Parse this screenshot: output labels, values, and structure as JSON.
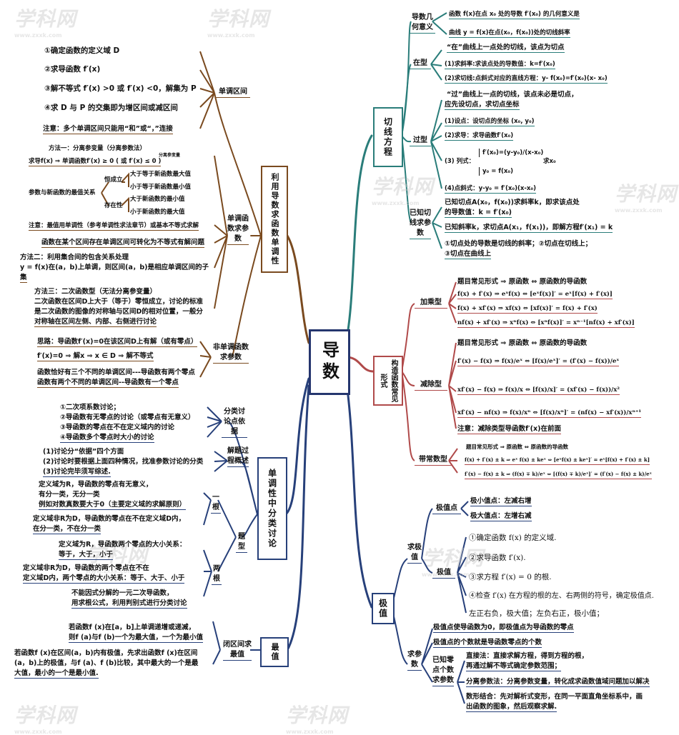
{
  "center": "导数",
  "watermark": {
    "brand": "学科网",
    "site": "www.zxxk.com"
  },
  "branches": {
    "tangent": "切线方程",
    "monotonic": "利用导数求函数单调性",
    "construct": "构造函数常见形式",
    "classify": "单调性中分类讨论",
    "extreme": "极值",
    "maxmin": "最值"
  },
  "tangent": {
    "geo_label": "导数几何意义",
    "geo_1": "函数 f(x)在点 x₀ 处的导数 f′(x₀) 的几何意义是",
    "geo_2": "曲线 y = f(x)在点(x₀，f(x₀))处的切线斜率",
    "at_label": "在型",
    "at_0": "“在”曲线上一点处的切线，该点为切点",
    "at_1": "(1)求斜率:求该点处的导数值：k=f′(x₀)",
    "at_2": "(2)求切线:点斜式对应的直线方程：y- f(x₀)=f′(x₀)(x- x₀)",
    "pass_label": "过型",
    "pass_0": "“过”曲线上一点的切线，该点未必是切点，",
    "pass_0b": "应先设切点，求切点坐标",
    "pass_1": "(1)设点：设切点的坐标 (x₀, y₀)",
    "pass_2": "(2)求导：求导函数f′(x₀)",
    "pass_3a": "(3) 列式：",
    "pass_3b": "f′(x₀)=(y-y₀)/(x-x₀)",
    "pass_3c": "y₀ = f(x₀)",
    "pass_3d": "求x₀",
    "pass_4": "(4)点斜式：y-y₀ = f′(x₀)(x-x₀)",
    "known_label": "已知切线求参数",
    "known_1": "已知切点A(x₀，f(x₀))求斜率k，即求该点处",
    "known_1b": "的导数值：k = f′(x₀)",
    "known_2": "已知斜率k，求切点A(x₁，f(x₁))，即解方程f′(x₁) = k",
    "known_3": "①切点处的导数是切线的斜率；②切点在切线上；",
    "known_3b": "③切点在曲线上"
  },
  "construct": {
    "mul_label": "加乘型",
    "mul_h": "题目常见形式 ⇒ 原函数 ⇔ 原函数的导函数",
    "mul_1": "f(x) + f′(x)  ⇒ eˣf(x) ⇔ [eˣf(x)]′ = eˣ[f(x) + f′(x)]",
    "mul_2": "f(x) + xf′(x)  ⇒ xf(x)  ⇔ [xf(x)]′ = f(x) + f′(x)",
    "mul_3": "nf(x) + xf′(x) ⇒ xⁿf(x) ⇔ [xⁿf(x)]′ = xⁿ⁻¹[nf(x) + xf′(x)]",
    "div_label": "减除型",
    "div_h": "题目常见形式 ⇒ 原函数 ⇔ 原函数的导函数",
    "div_1": "f′(x) − f(x)  ⇒ f(x)/eˣ  ⇔ [f(x)/eˣ]′ = (f′(x) − f(x))/eˣ",
    "div_2": "xf′(x) − f(x)  ⇒ f(x)/x  ⇔ [f(x)/x]′ = (xf′(x) − f(x))/x²",
    "div_3": "xf′(x) − nf(x)  ⇒ f(x)/xⁿ  ⇔ [f(x)/xⁿ]′ = (nf(x) − xf′(x))/xⁿ⁺¹",
    "div_note": "注意：减除类型导函数f′(x)在前面",
    "const_label": "带常数型",
    "const_h": "题目常见形式 ⇒ 原函数 ⇔ 原函数的导函数",
    "const_1": "f(x) + f′(x) ± k ⇒ eˣ f(x) ± keˣ ⇔ [eˣf(x) ± keˣ]′ = eˣ[f(x) + f′(x) ± k]",
    "const_2": "f′(x) − f(x) ± k ⇒ (f(x) ∓ k)/eˣ ⇔ [(f(x) ∓ k)/eˣ]′ = (f′(x) − f(x) ± k)/eˣ"
  },
  "extreme": {
    "find_label": "求极值",
    "pt_label": "极值点",
    "pt_min": "极小值点：左减右增",
    "pt_max": "极大值点：左增右减",
    "val_label": "极值",
    "val_1": "①确定函数 f(x) 的定义域.",
    "val_2": "②求导函数 f′(x).",
    "val_3": "③求方程 f′(x) = 0 的根.",
    "val_4": "④检查 f′(x) 在方程的根的左、右两侧的符号，确定极值点.",
    "val_5": "左正右负，极大值；左负右正，极小值；",
    "param_label": "求参数",
    "param_1": "极值点使导函数为0，即极值点为导函数的零点",
    "param_2": "极值点的个数就是导函数零点的个数",
    "zero_label": "已知零点个数求参数",
    "zero_1": "直接法：直接求解方程，得到方程的根，",
    "zero_1b": "再通过解不等式确定参数范围；",
    "zero_2": "分离参数法：分离参数变量，转化成求函数值域问题加以解决",
    "zero_3": "数形结合：先对解析式变形，在同一平面直角坐标系中，画",
    "zero_3b": "出函数的图象，然后观察求解."
  },
  "monotonic": {
    "interval_label": "单调区间",
    "int_1": "①确定函数的定义域 D",
    "int_2": "②求导函数 f′(x)",
    "int_3": "③解不等式 f′(x) >0 或 f′(x) <0，解集为 P",
    "int_4": "④求 D 与 P 的交集即为增区间或减区间",
    "int_note": "注意：多个单调区间只能用“和”或“，”连接",
    "param_label": "单调函数求参数",
    "m1_title": "方法一：分离参变量（分离参数法）",
    "m1_formula": "求导f(x) ⇒ 单调函数f′(x) ≥ 0 ( 或 f′(x) ≤ 0 )",
    "m1_formula_small": "分离参变量",
    "m1_rel": "参数与新函数的最值关系",
    "m1_const": "恒成立",
    "m1_c1": "大于等于新函数最大值",
    "m1_c2": "小于等于新函数最小值",
    "m1_exist": "存在性",
    "m1_e1": "大于新函数的最小值",
    "m1_e2": "小于新函数的最大值",
    "m1_note": "注意：最值用单调性（参考单调性求法章节）或基本不等式求解",
    "m_note2": "函数在某个区间存在单调区间可转化为不等式有解问题",
    "m2_a": "方法二：利用集合间的包含关系处理",
    "m2_b": "y = f(x)在(a，b)上单调，则区间(a，b)是相应单调区间的子",
    "m2_c": "集",
    "m3_a": "方法三：二次函数型（无法分离参变量）",
    "m3_b": "二次函数在区间D上大于（等于）零恒成立，讨论的标准",
    "m3_c": "是二次函数的图像的对称轴与区间D的相对位置，一般分",
    "m3_d": "对称轴在区间左侧、内部、右侧进行讨论",
    "non_label": "非单调函数求参数",
    "non_1": "思路：导函数f′(x)=0在该区间D上有解（或有零点）",
    "non_2": "f′(x)=0 ⇒ 解x ⇒ x ∈ D ⇒ 解不等式",
    "non_3": "函数恰好有三个不同的单调区间---导函数有两个零点",
    "non_3b": "函数有两个不同的单调区间--导函数有一个零点"
  },
  "classify": {
    "basis_label": "分类讨论点依据",
    "b_1": "①二次项系数讨论；",
    "b_2": "②导函数有无零点的讨论（或零点有无意义）",
    "b_3": "③导函数的零点在不在定义域内的讨论",
    "b_4": "④导函数多个零点时大小的讨论",
    "proc_label": "解题过程概述",
    "p_1": "(1)讨论分“依据”四个方面",
    "p_2": "(2)讨论时要根据上面四种情况，找准参数讨论的分类",
    "p_3": "(3)讨论完毕须写综述.",
    "type_label": "题型",
    "one_label": "一根",
    "one_1": "定义域为R，导函数的零点有无意义，",
    "one_1b": "有分一类，无分一类",
    "one_1c": "例如对数真数要大于0（主要定义域的求解原则）",
    "one_2": "定义域非R为D，导函数的零点在不在定义域D内，",
    "one_2b": "在分一类，不在分一类",
    "two_label": "两根",
    "two_1": "定义域为R，导函数两个零点的大小关系：",
    "two_1b": "等于，大于，小于",
    "two_2": "定义域非R为D，导函数的两个零点在不在",
    "two_2b": "定义域D内，两个零点的大小关系：等于、大于、小于",
    "two_3": "不能因式分解的一元二次导函数，",
    "two_3b": "用求根公式，利用判别式进行分类讨论"
  },
  "maxmin": {
    "closed_label": "闭区间求最值",
    "c_1": "若函数f (x)在[a，b]上单调递增或递减，",
    "c_1b": "则f (a)与f (b)一个为最大值，一个为最小值",
    "c_2": "若函数f (x)在区间(a，b)内有极值，先求出函数f (x)在区间",
    "c_2b": "(a，b)上的极值，与f (a)、f (b)比较，其中最大的一个是最",
    "c_2c": "大值，最小的一个是最小值."
  }
}
